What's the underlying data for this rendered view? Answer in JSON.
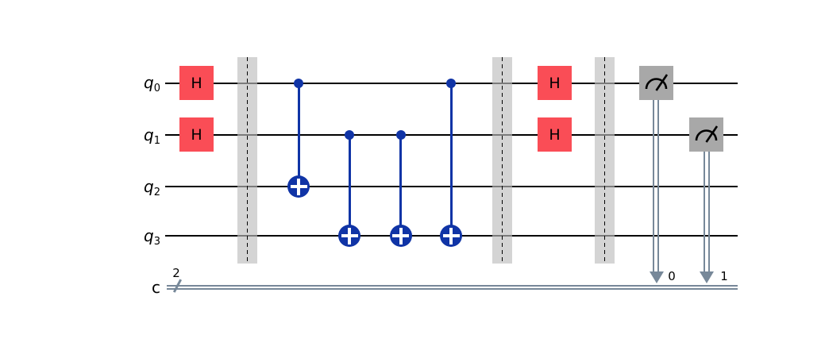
{
  "diagram": {
    "type": "quantum-circuit",
    "qubits": [
      {
        "name": "q",
        "sub": "0"
      },
      {
        "name": "q",
        "sub": "1"
      },
      {
        "name": "q",
        "sub": "2"
      },
      {
        "name": "q",
        "sub": "3"
      }
    ],
    "creg": {
      "name": "c",
      "size": "2"
    },
    "h_label": "H",
    "measurements": [
      {
        "qubit": "q0",
        "clbit": "0"
      },
      {
        "qubit": "q1",
        "clbit": "1"
      }
    ],
    "operations": [
      "h q0",
      "h q1",
      "barrier",
      "cx q0,q2",
      "cx q1,q3",
      "cx q1,q3",
      "cx q0,q3",
      "barrier",
      "h q0",
      "h q1",
      "barrier",
      "measure q0 -> c0",
      "measure q1 -> c1"
    ],
    "colors": {
      "h_gate": "#FA4D56",
      "cx_gate": "#1034A6",
      "barrier": "#BDBDBD",
      "measure_gate": "#A8A8A8",
      "classical_wire": "#778899",
      "quantum_wire": "#000000"
    }
  }
}
